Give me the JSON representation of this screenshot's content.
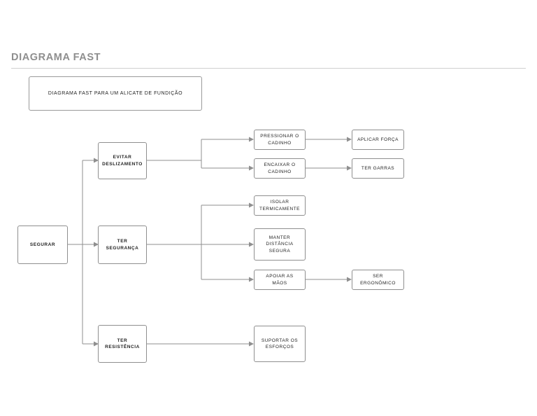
{
  "page": {
    "title": "DIAGRAMA FAST",
    "banner_text": "DIAGRAMA FAST PARA UM ALICATE DE FUNDIÇÃO",
    "background_color": "#ffffff",
    "title_color": "#8e8e8e",
    "box_border_color": "#8f8f8f",
    "connector_color": "#8f8f8f",
    "text_color": "#222222"
  },
  "diagram": {
    "type": "fast-diagram",
    "orientation": "left-to-right",
    "levels": [
      {
        "name": "function",
        "nodes": [
          "segurar"
        ]
      },
      {
        "name": "sub-functions",
        "nodes": [
          "evitar-deslizamento",
          "ter-seguranca",
          "ter-resistencia"
        ]
      },
      {
        "name": "tasks",
        "nodes": [
          "pressionar-o-cadinho",
          "encaixar-o-cadinho",
          "isolar-termicamente",
          "manter-distancia-segura",
          "apoiar-as-maos",
          "suportar-os-esforcos"
        ]
      },
      {
        "name": "requirements",
        "nodes": [
          "aplicar-forca",
          "ter-garras",
          "ser-ergonomico"
        ]
      }
    ],
    "nodes": {
      "segurar": {
        "label": "SEGURAR",
        "lines": [
          "SEGURAR"
        ]
      },
      "evitar-deslizamento": {
        "label": "EVITAR DESLIZAMENTO",
        "lines": [
          "EVITAR",
          "DESLIZAMENTO"
        ]
      },
      "ter-seguranca": {
        "label": "TER SEGURANÇA",
        "lines": [
          "TER",
          "SEGURANÇA"
        ]
      },
      "ter-resistencia": {
        "label": "TER RESISTÊNCIA",
        "lines": [
          "TER",
          "RESISTÊNCIA"
        ]
      },
      "pressionar-o-cadinho": {
        "label": "PRESSIONAR O CADINHO",
        "lines": [
          "PRESSIONAR O",
          "CADINHO"
        ]
      },
      "encaixar-o-cadinho": {
        "label": "ENCAIXAR O CADINHO",
        "lines": [
          "ENCAIXAR O",
          "CADINHO"
        ]
      },
      "isolar-termicamente": {
        "label": "ISOLAR TERMICAMENTE",
        "lines": [
          "ISOLAR",
          "TERMICAMENTE"
        ]
      },
      "manter-distancia-segura": {
        "label": "MANTER DISTÂNCIA SEGURA",
        "lines": [
          "MANTER",
          "DISTÂNCIA",
          "SEGURA"
        ]
      },
      "apoiar-as-maos": {
        "label": "APOIAR AS MÃOS",
        "lines": [
          "APOIAR AS",
          "MÃOS"
        ]
      },
      "suportar-os-esforcos": {
        "label": "SUPORTAR OS ESFORÇOS",
        "lines": [
          "SUPORTAR OS",
          "ESFORÇOS"
        ]
      },
      "aplicar-forca": {
        "label": "APLICAR FORÇA",
        "lines": [
          "APLICAR FORÇA"
        ]
      },
      "ter-garras": {
        "label": "TER GARRAS",
        "lines": [
          "TER GARRAS"
        ]
      },
      "ser-ergonomico": {
        "label": "SER ERGONÔMICO",
        "lines": [
          "SER",
          "ERGONÔMICO"
        ]
      }
    },
    "edges": [
      {
        "from": "segurar",
        "to": "evitar-deslizamento"
      },
      {
        "from": "segurar",
        "to": "ter-seguranca"
      },
      {
        "from": "segurar",
        "to": "ter-resistencia"
      },
      {
        "from": "evitar-deslizamento",
        "to": "pressionar-o-cadinho"
      },
      {
        "from": "evitar-deslizamento",
        "to": "encaixar-o-cadinho"
      },
      {
        "from": "ter-seguranca",
        "to": "isolar-termicamente"
      },
      {
        "from": "ter-seguranca",
        "to": "manter-distancia-segura"
      },
      {
        "from": "ter-seguranca",
        "to": "apoiar-as-maos"
      },
      {
        "from": "ter-resistencia",
        "to": "suportar-os-esforcos"
      },
      {
        "from": "pressionar-o-cadinho",
        "to": "aplicar-forca"
      },
      {
        "from": "encaixar-o-cadinho",
        "to": "ter-garras"
      },
      {
        "from": "apoiar-as-maos",
        "to": "ser-ergonomico"
      }
    ]
  }
}
